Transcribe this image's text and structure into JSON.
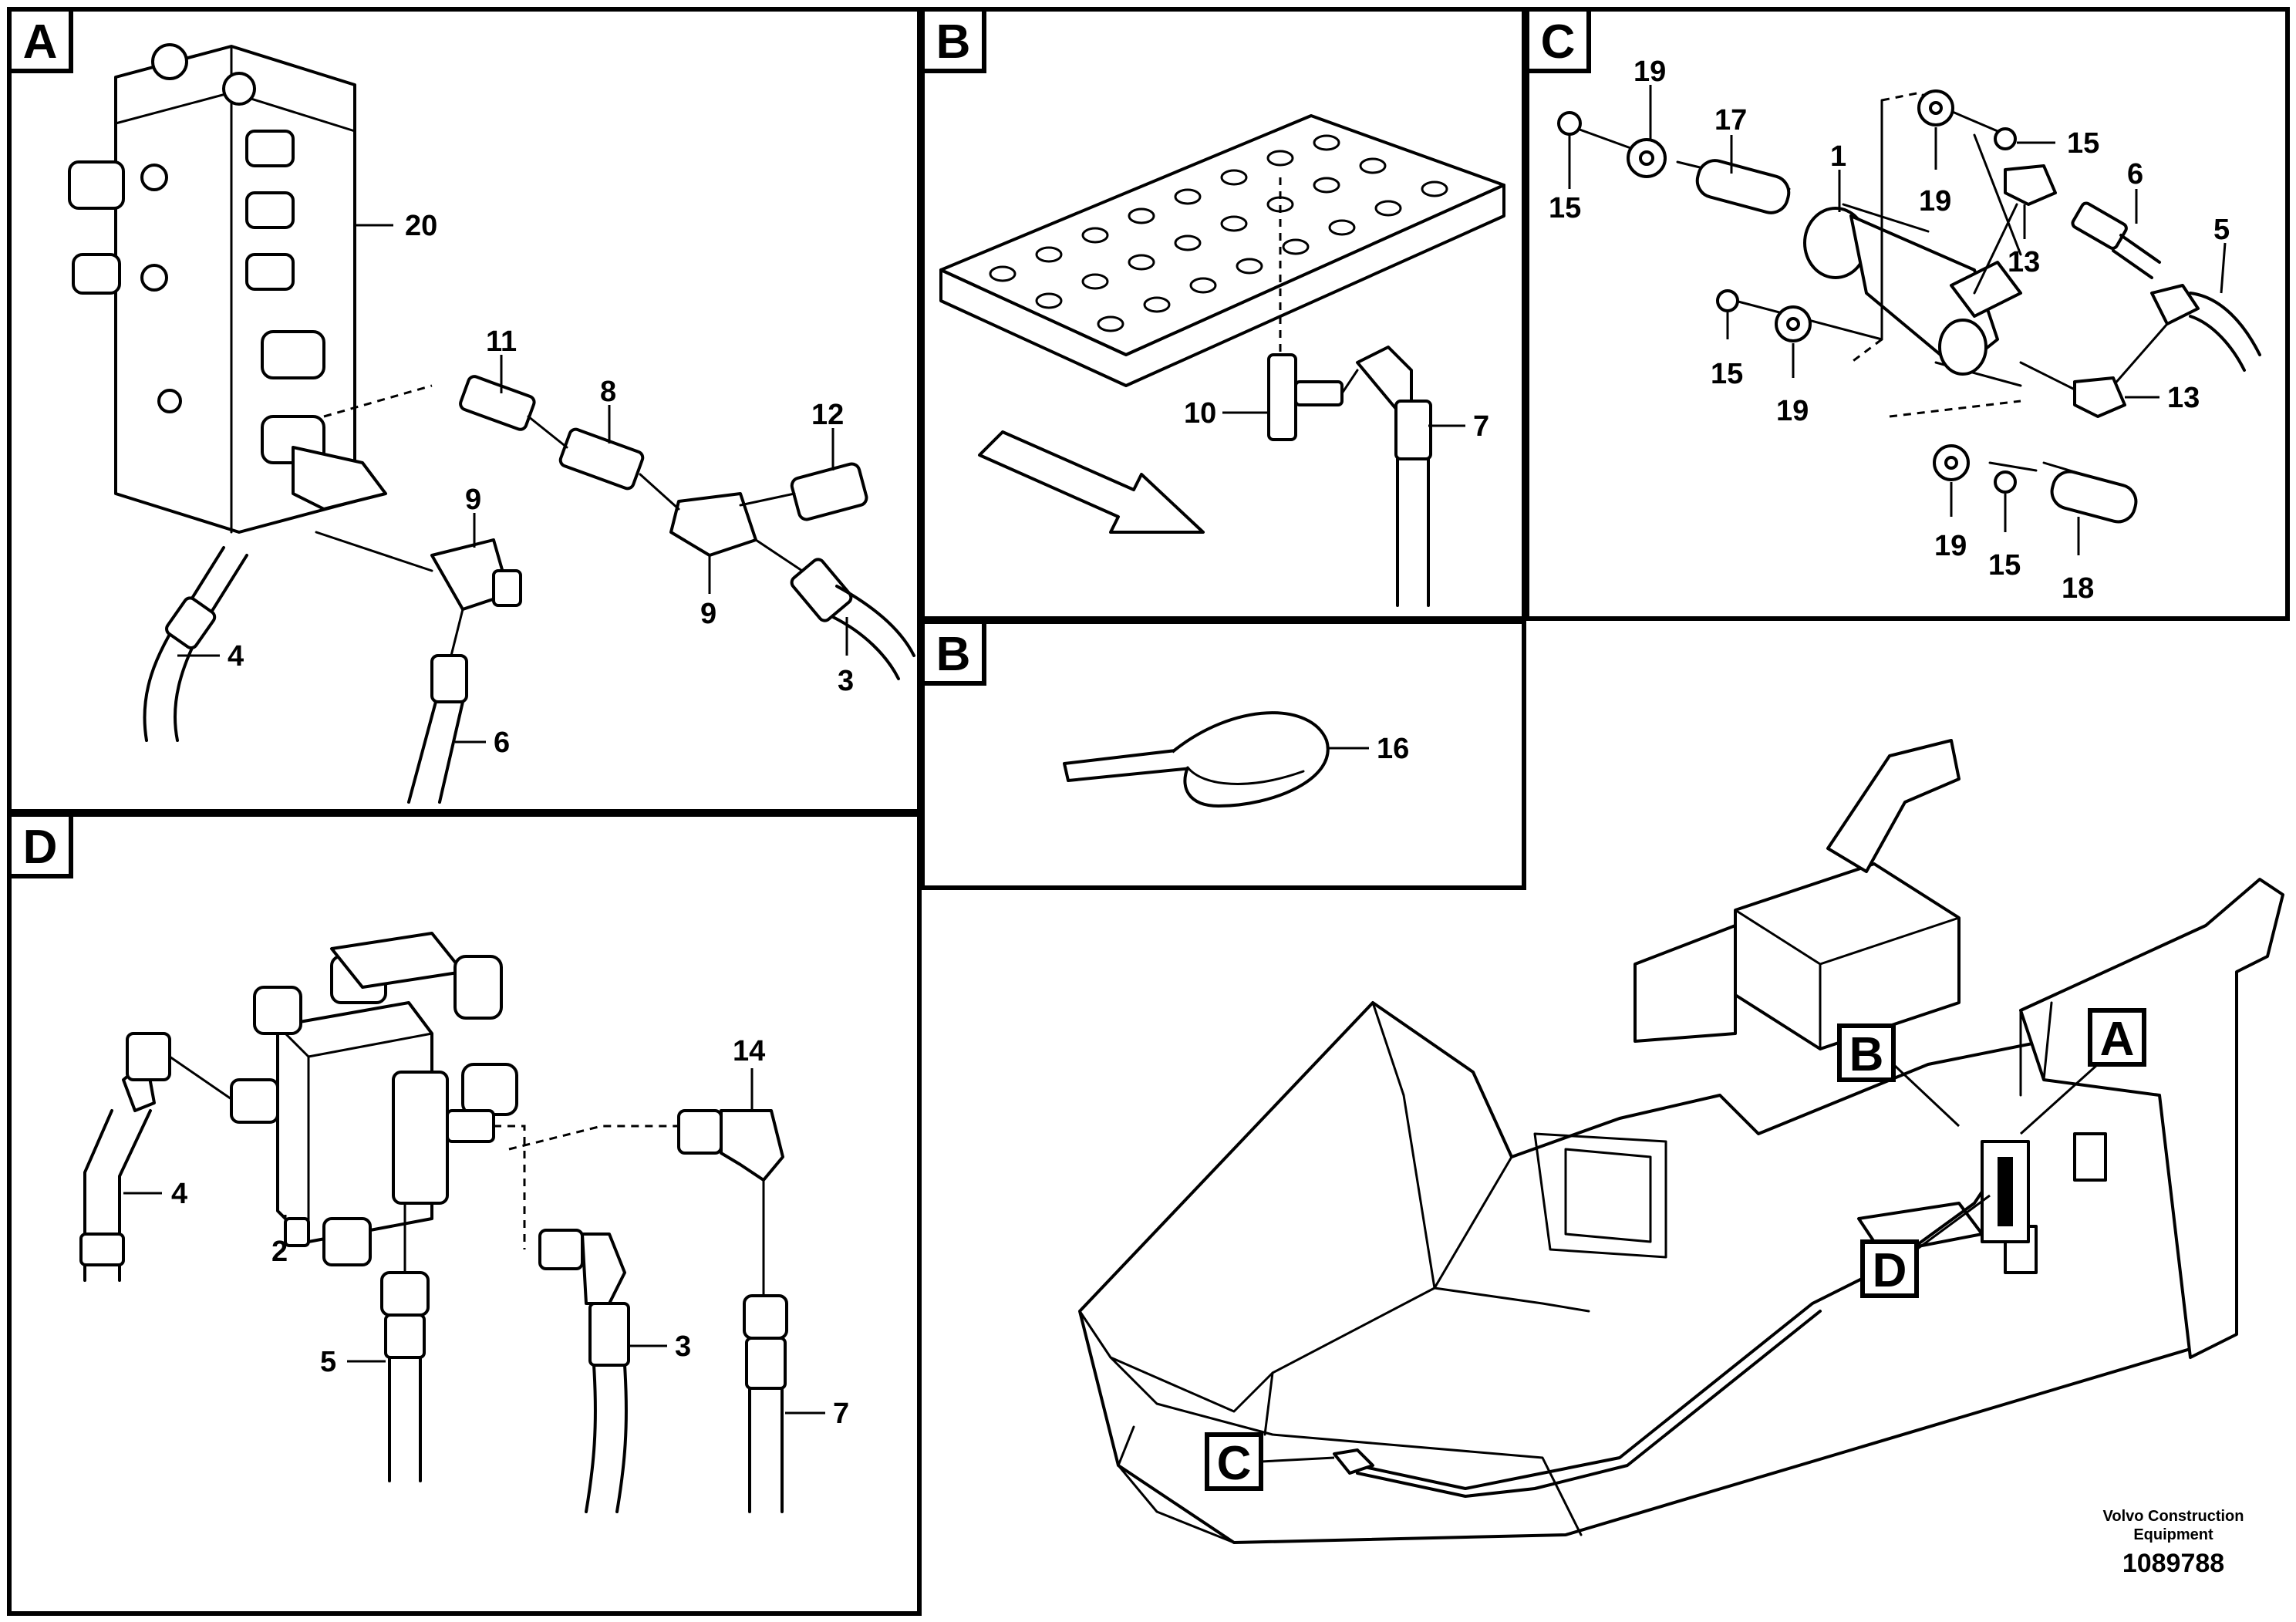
{
  "panels": {
    "A": {
      "letter": "A"
    },
    "B_top": {
      "letter": "B"
    },
    "C": {
      "letter": "C"
    },
    "B_bottom": {
      "letter": "B"
    },
    "D": {
      "letter": "D"
    }
  },
  "overview_labels": [
    "A",
    "B",
    "C",
    "D"
  ],
  "callouts": {
    "A": [
      "20",
      "11",
      "8",
      "12",
      "9",
      "9",
      "4",
      "6",
      "3"
    ],
    "B_top": [
      "10",
      "7"
    ],
    "C": [
      "19",
      "17",
      "1",
      "15",
      "19",
      "15",
      "6",
      "5",
      "13",
      "15",
      "19",
      "13",
      "19",
      "15",
      "18"
    ],
    "B_bottom": [
      "16"
    ],
    "D": [
      "14",
      "4",
      "2",
      "5",
      "3",
      "7"
    ]
  },
  "footer": {
    "company_line1": "Volvo Construction",
    "company_line2": "Equipment",
    "drawing_number": "1089788"
  },
  "colors": {
    "ink": "#000000",
    "paper": "#ffffff"
  }
}
